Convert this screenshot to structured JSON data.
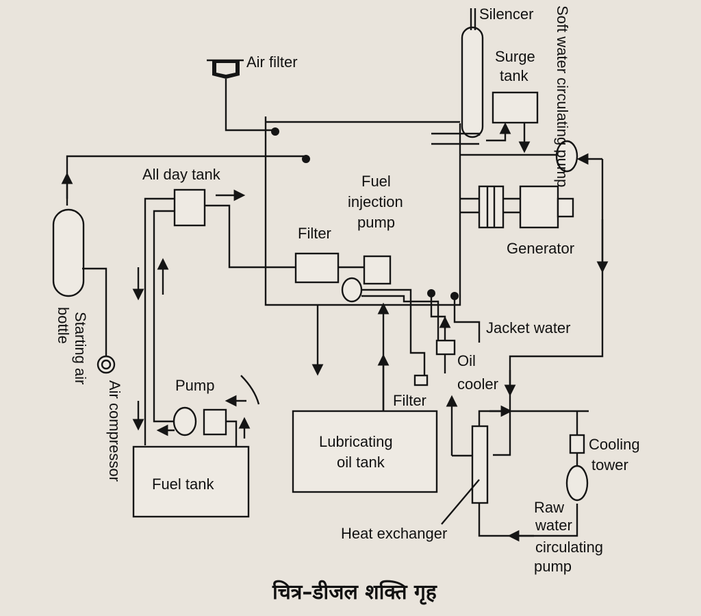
{
  "diagram": {
    "labels": {
      "silencer": "Silencer",
      "soft_water_pump": "Soft water circulating pump",
      "surge_tank": [
        "Surge",
        "tank"
      ],
      "air_filter": "Air filter",
      "all_day_tank": "All day tank",
      "fuel_injection_pump": [
        "Fuel",
        "injection",
        "pump"
      ],
      "filter_top": "Filter",
      "generator": "Generator",
      "starting_air_bottle": [
        "Starting air",
        "bottle"
      ],
      "air_compressor": "Air compressor",
      "jacket_water": "Jacket water",
      "oil_cooler": [
        "Oil",
        "cooler"
      ],
      "pump": "Pump",
      "filter_bottom": "Filter",
      "lubricating_oil_tank": [
        "Lubricating",
        "oil tank"
      ],
      "fuel_tank": "Fuel tank",
      "cooling_tower": [
        "Cooling",
        "tower"
      ],
      "raw_water_pump": [
        "Raw",
        "water",
        "circulating",
        "pump"
      ],
      "heat_exchanger": "Heat exchanger"
    },
    "caption": "चित्र–डीजल शक्ति गृह"
  }
}
